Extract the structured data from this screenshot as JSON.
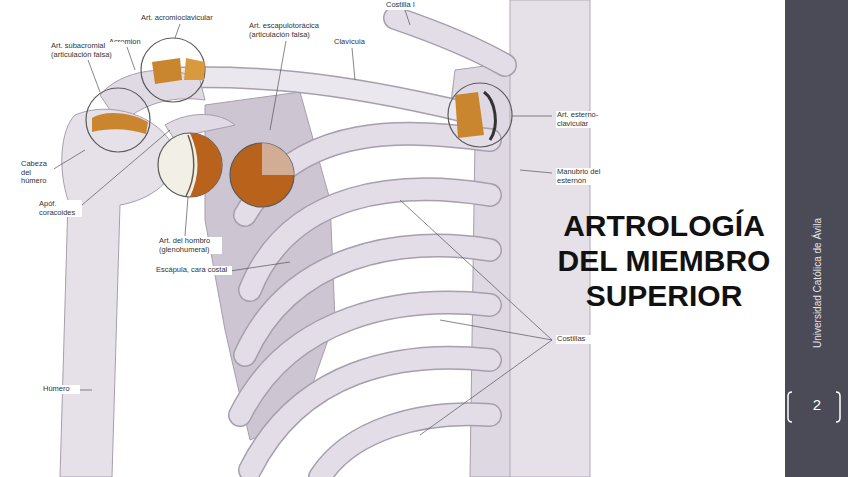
{
  "diagram": {
    "title": "ARTROLOGÍA DEL MIEMBRO SUPERIOR",
    "labels": [
      "Costilla I",
      "Art. acromioclavicular",
      "Acromion",
      "Art. escapulotorácica (articulación falsa)",
      "Clavícula",
      "Art. subacromial (articulación falsa)",
      "Art. esterno-clavicular",
      "Manubrio del esternón",
      "Cabeza del húmero",
      "Apóf. coracoides",
      "Art. del hombro (glenohumeral)",
      "Escápula, cara costal",
      "Costillas",
      "Húmero",
      "Universidad Católica de Ávila",
      "2"
    ]
  }
}
